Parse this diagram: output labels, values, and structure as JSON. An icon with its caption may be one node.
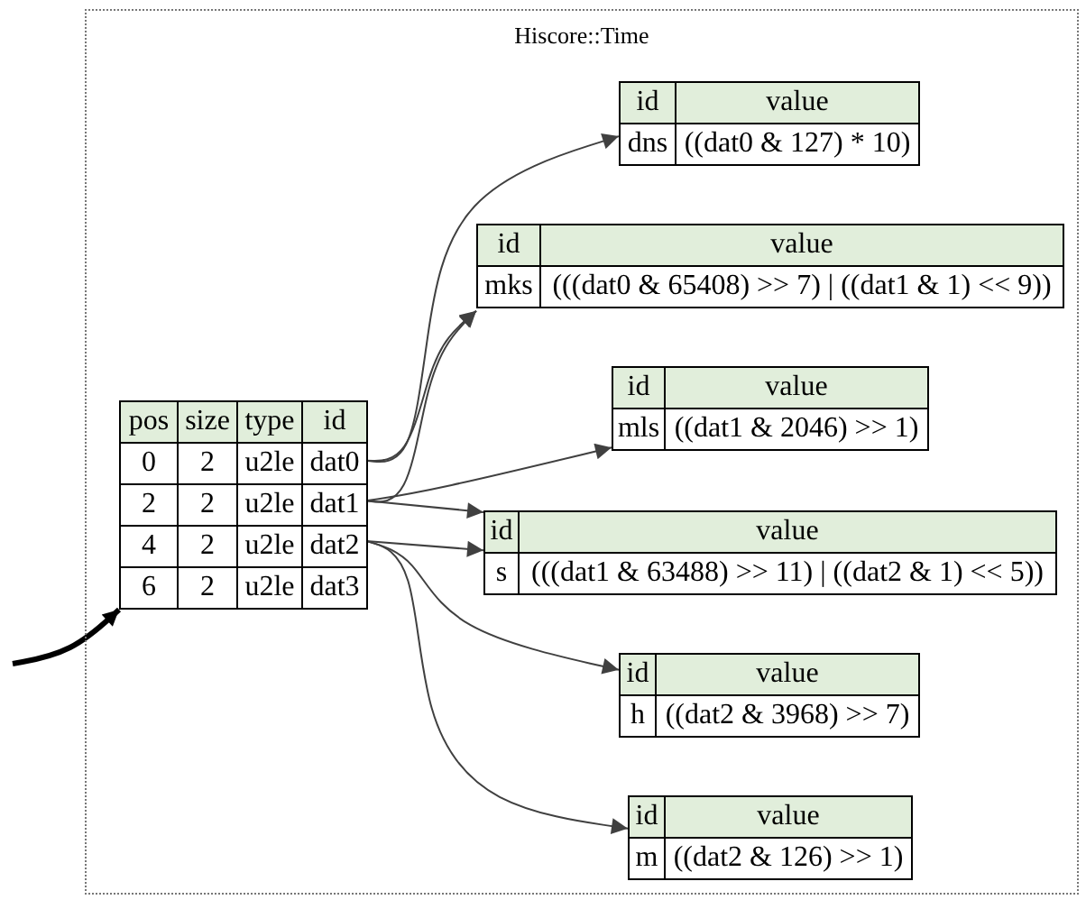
{
  "diagram": {
    "nodes": [
      {
        "text": [
          "Hiscore::Time"
        ]
      },
      {
        "text": [
          "pos",
          "size",
          "type",
          "id",
          "0",
          "2",
          "u2le",
          "dat0",
          "2",
          "2",
          "u2le",
          "dat1",
          "4",
          "2",
          "u2le",
          "dat2",
          "6",
          "2",
          "u2le",
          "dat3"
        ],
        "in": 0
      },
      {
        "text": [
          "id",
          "value",
          "dns",
          "((dat0 & 127) * 10)"
        ],
        "in": 0
      },
      {
        "text": [
          "id",
          "value",
          "mks",
          "(((dat0 & 65408) >> 7) | ((dat1 & 1) << 9))"
        ],
        "in": 0
      },
      {
        "text": [
          "id",
          "value",
          "mls",
          "((dat1 & 2046) >> 1)"
        ],
        "in": 0
      },
      {
        "text": [
          "id",
          "value",
          "s",
          "(((dat1 & 63488) >> 11) | ((dat2 & 1) << 5))"
        ],
        "in": 0
      },
      {
        "text": [
          "id",
          "value",
          "h",
          "((dat2 & 3968) >> 7)"
        ],
        "in": 0
      },
      {
        "text": [
          "id",
          "value",
          "m",
          "((dat2 & 126) >> 1)"
        ],
        "in": 0
      }
    ],
    "edges": [
      {
        "from": 1,
        "to": 2,
        "arrow": "to"
      },
      {
        "from": 1,
        "to": 3,
        "arrow": "to"
      },
      {
        "from": 1,
        "to": 3,
        "arrow": "to"
      },
      {
        "from": 1,
        "to": 4,
        "arrow": "to"
      },
      {
        "from": 1,
        "to": 5,
        "arrow": "to"
      },
      {
        "from": 1,
        "to": 5,
        "arrow": "to"
      },
      {
        "from": 1,
        "to": 6,
        "arrow": "to"
      },
      {
        "from": 1,
        "to": 7,
        "arrow": "to"
      },
      {
        "from": null,
        "to": 1,
        "arrow": "to",
        "style": "thick"
      }
    ]
  }
}
